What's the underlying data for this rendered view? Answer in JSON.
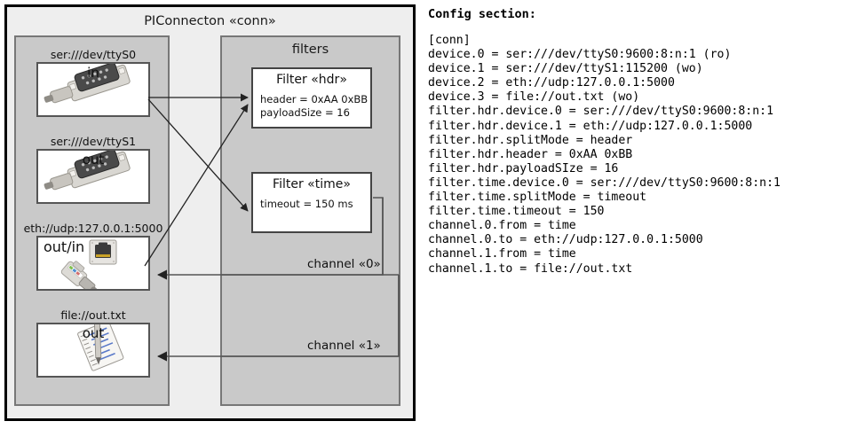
{
  "diagram": {
    "outer": {
      "title": "PIConnecton «conn»"
    },
    "devices_panel": {
      "title": ""
    },
    "filters_panel": {
      "title": "filters"
    },
    "devices": [
      {
        "label": "ser:///dev/ttyS0",
        "direction": "in",
        "icon": "serial-port-icon"
      },
      {
        "label": "ser:///dev/ttyS1",
        "direction": "out",
        "icon": "serial-port-icon"
      },
      {
        "label": "eth://udp:127.0.0.1:5000",
        "direction": "out/in",
        "icon": "ethernet-jack-icon"
      },
      {
        "label": "file://out.txt",
        "direction": "out",
        "icon": "text-document-icon"
      }
    ],
    "filters": [
      {
        "title": "Filter «hdr»",
        "props": "header = 0xAA 0xBB\npayloadSize = 16"
      },
      {
        "title": "Filter «time»",
        "props": "timeout = 150 ms"
      }
    ],
    "channels": [
      {
        "label": "channel «0»"
      },
      {
        "label": "channel «1»"
      }
    ]
  },
  "config": {
    "heading": "Config section:",
    "text": "[conn]\ndevice.0 = ser:///dev/ttyS0:9600:8:n:1 (ro)\ndevice.1 = ser:///dev/ttyS1:115200 (wo)\ndevice.2 = eth://udp:127.0.0.1:5000\ndevice.3 = file://out.txt (wo)\nfilter.hdr.device.0 = ser:///dev/ttyS0:9600:8:n:1\nfilter.hdr.device.1 = eth://udp:127.0.0.1:5000\nfilter.hdr.splitMode = header\nfilter.hdr.header = 0xAA 0xBB\nfilter.hdr.payloadSIze = 16\nfilter.time.device.0 = ser:///dev/ttyS0:9600:8:n:1\nfilter.time.splitMode = timeout\nfilter.time.timeout = 150\nchannel.0.from = time\nchannel.0.to = eth://udp:127.0.0.1:5000\nchannel.1.from = time\nchannel.1.to = file://out.txt"
  },
  "colors": {
    "outer_bg": "#eeeeee",
    "panel_bg": "#c9c9c9",
    "card_bg": "#ffffff",
    "line": "#333333"
  }
}
